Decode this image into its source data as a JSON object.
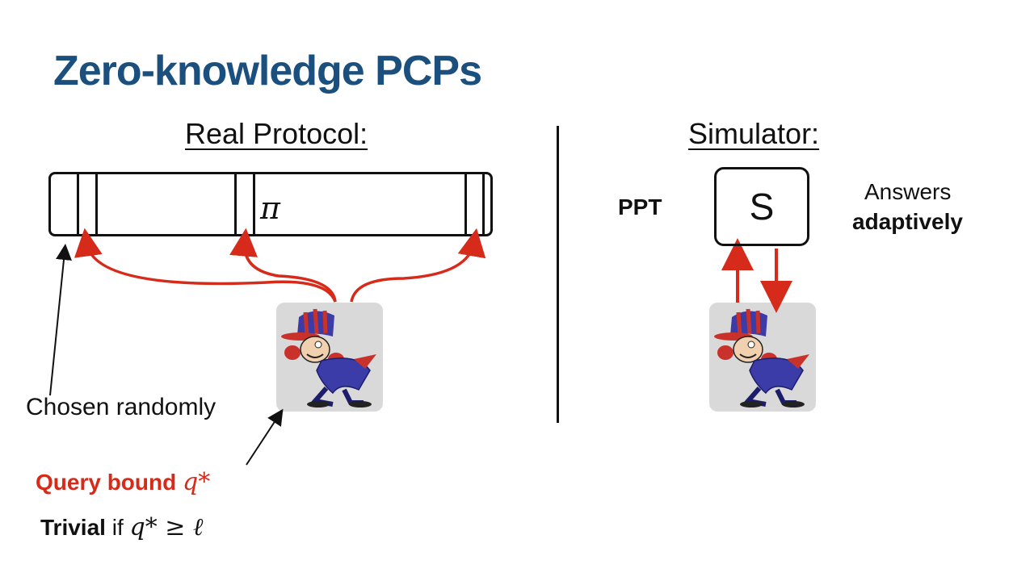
{
  "title": "Zero-knowledge PCPs",
  "real_protocol": {
    "heading": "Real Protocol:",
    "proof_symbol": "π",
    "chosen_label": "Chosen randomly",
    "query_bound_text": "Query bound ",
    "query_bound_math": "q*",
    "trivial_bold": "Trivial",
    "trivial_if": " if ",
    "trivial_math": "q* ≥ ℓ"
  },
  "simulator": {
    "heading": "Simulator:",
    "ppt_label": "PPT",
    "box_label": "S",
    "answers_line1": "Answers",
    "answers_line2": "adaptively"
  },
  "colors": {
    "title": "#1b4f7e",
    "arrow_red": "#d62a1a",
    "card_bg": "#d9d9d9",
    "villain_purple": "#3b3ca8",
    "villain_red": "#c8322b"
  }
}
